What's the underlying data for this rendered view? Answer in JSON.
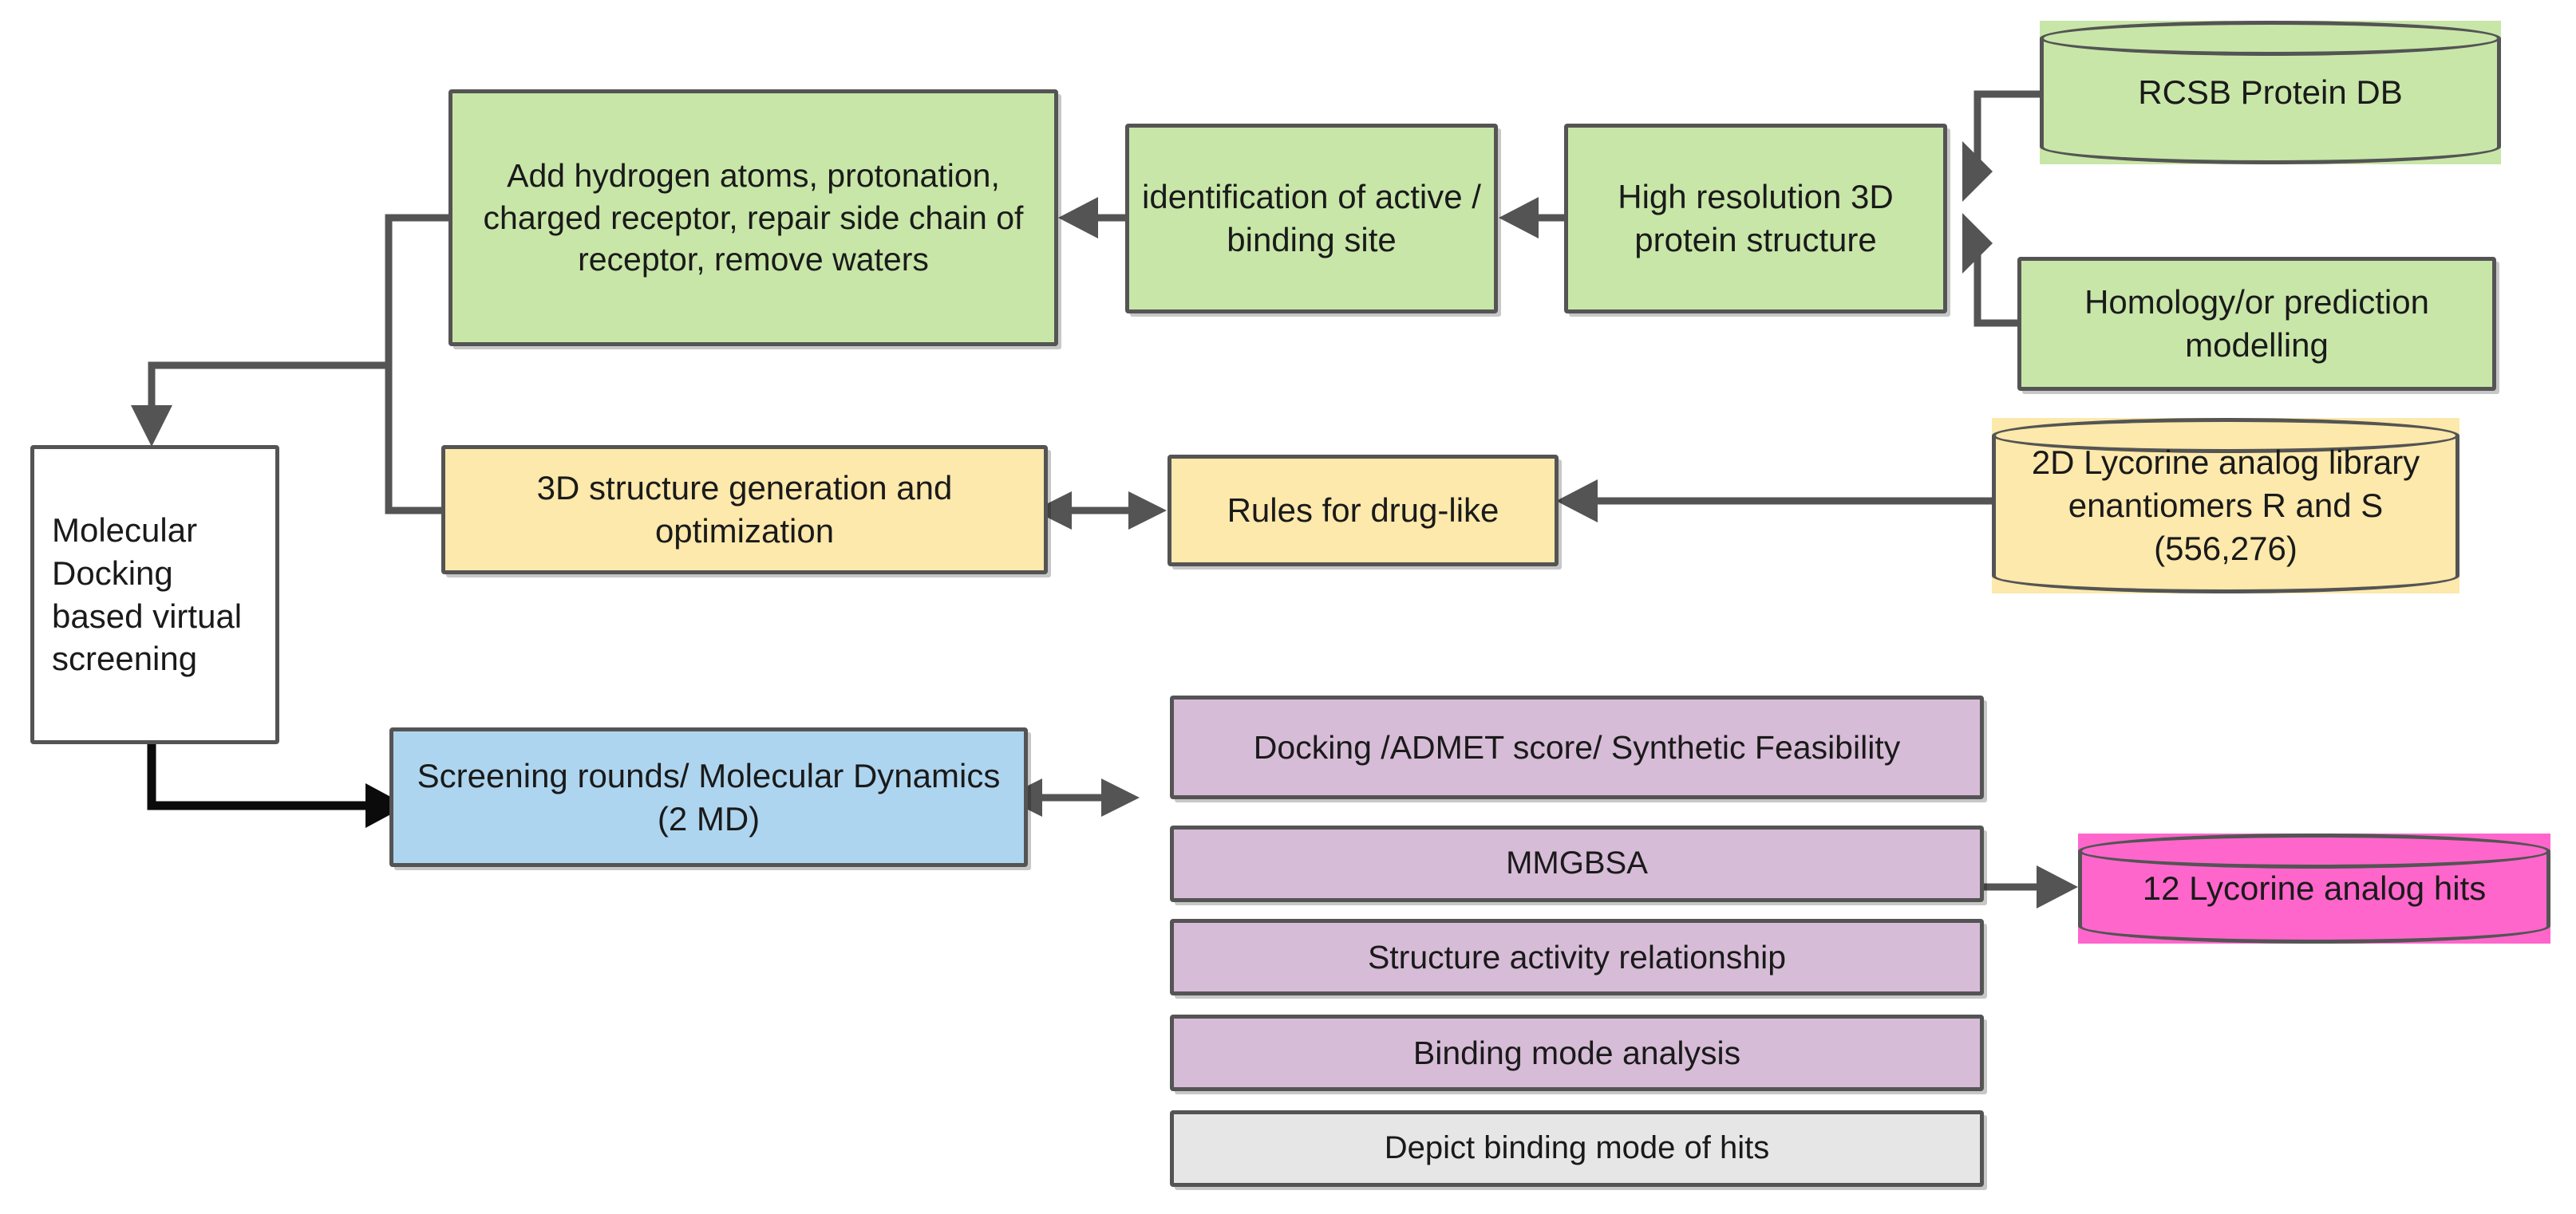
{
  "diagram": {
    "title": "Molecular docking based virtual screening workflow",
    "colors": {
      "green": "#c8e6a8",
      "yellow": "#fce9ab",
      "blue": "#aed5ef",
      "purple": "#d6bcd6",
      "grey": "#e6e6e6",
      "pink": "#ff66cc",
      "white": "#ffffff",
      "stroke": "#545454",
      "stroke_black": "#0b0b0b",
      "text": "#1a1a1a"
    },
    "nodes": {
      "prepare_receptor": {
        "label": "Add hydrogen atoms, protonation, charged receptor, repair side chain of receptor, remove waters",
        "lines": [
          "Add hydrogen atoms,",
          "protonation, charged receptor,",
          "repair side chain of receptor,",
          "remove waters"
        ],
        "shape": "rect",
        "color": "green"
      },
      "binding_site": {
        "label": "identification of active / binding site",
        "lines": [
          "identification of",
          "active / binding",
          "site"
        ],
        "shape": "rect",
        "color": "green"
      },
      "protein_structure": {
        "label": "High resolution 3D protein structure",
        "lines": [
          "High resolution",
          "3D protein",
          "structure"
        ],
        "shape": "rect",
        "color": "green"
      },
      "rcsb_db": {
        "label": "RCSB Protein DB",
        "lines": [
          "RCSB Protein DB"
        ],
        "shape": "cylinder",
        "color": "green"
      },
      "homology_modelling": {
        "label": "Homology/or prediction modelling",
        "lines": [
          "Homology/or prediction",
          "modelling"
        ],
        "shape": "rect",
        "color": "green"
      },
      "structure_generation": {
        "label": "3D structure generation and optimization",
        "lines": [
          "3D structure generation and",
          "optimization"
        ],
        "shape": "rect",
        "color": "yellow"
      },
      "drug_like_rules": {
        "label": "Rules for drug-like",
        "lines": [
          "Rules for drug-like"
        ],
        "shape": "rect",
        "color": "yellow"
      },
      "ligand_library": {
        "label": "2D Lycorine analog library enantiomers R and S (556,276)",
        "lines": [
          "2D Lycorine analog",
          "library enantiomers R",
          "and S (556,276)"
        ],
        "shape": "cylinder",
        "color": "yellow",
        "count": "556,276"
      },
      "virtual_screening": {
        "label": "Molecular Docking based virtual screening",
        "lines": [
          "Molecular",
          "Docking",
          "based",
          "virtual",
          "screening"
        ],
        "shape": "rect",
        "color": "white"
      },
      "screening_rounds": {
        "label": "Screening rounds/ Molecular Dynamics (2 MD)",
        "lines": [
          "Screening rounds/ Molecular",
          "Dynamics (2 MD)"
        ],
        "shape": "rect",
        "color": "blue"
      },
      "docking_admet": {
        "label": "Docking /ADMET score/ Synthetic Feasibility",
        "lines": [
          "Docking /ADMET score/ Synthetic Feasibility"
        ],
        "shape": "rect",
        "color": "purple"
      },
      "mmgbsa": {
        "label": "MMGBSA",
        "lines": [
          "MMGBSA"
        ],
        "shape": "rect",
        "color": "purple"
      },
      "sar": {
        "label": "Structure activity relationship",
        "lines": [
          "Structure activity relationship"
        ],
        "shape": "rect",
        "color": "purple"
      },
      "binding_mode_analysis": {
        "label": "Binding mode analysis",
        "lines": [
          "Binding mode analysis"
        ],
        "shape": "rect",
        "color": "purple"
      },
      "depict_binding_mode": {
        "label": "Depict binding mode of hits",
        "lines": [
          "Depict binding mode of hits"
        ],
        "shape": "rect",
        "color": "grey"
      },
      "hits": {
        "label": "12 Lycorine analog hits",
        "lines": [
          "12 Lycorine analog hits"
        ],
        "shape": "cylinder",
        "color": "pink",
        "count": "12"
      }
    },
    "edges": [
      {
        "from": "rcsb_db",
        "to": "protein_structure",
        "type": "arrow"
      },
      {
        "from": "homology_modelling",
        "to": "protein_structure",
        "type": "arrow"
      },
      {
        "from": "protein_structure",
        "to": "binding_site",
        "type": "arrow"
      },
      {
        "from": "binding_site",
        "to": "prepare_receptor",
        "type": "arrow"
      },
      {
        "from": "prepare_receptor",
        "to": "virtual_screening",
        "type": "arrow"
      },
      {
        "from": "ligand_library",
        "to": "drug_like_rules",
        "type": "arrow"
      },
      {
        "from": "drug_like_rules",
        "to": "structure_generation",
        "type": "double-arrow"
      },
      {
        "from": "structure_generation",
        "to": "virtual_screening",
        "type": "arrow"
      },
      {
        "from": "virtual_screening",
        "to": "screening_rounds",
        "type": "arrow"
      },
      {
        "from": "screening_rounds",
        "to": "docking_admet",
        "type": "double-arrow"
      },
      {
        "from": "mmgbsa",
        "to": "hits",
        "type": "arrow"
      }
    ]
  }
}
